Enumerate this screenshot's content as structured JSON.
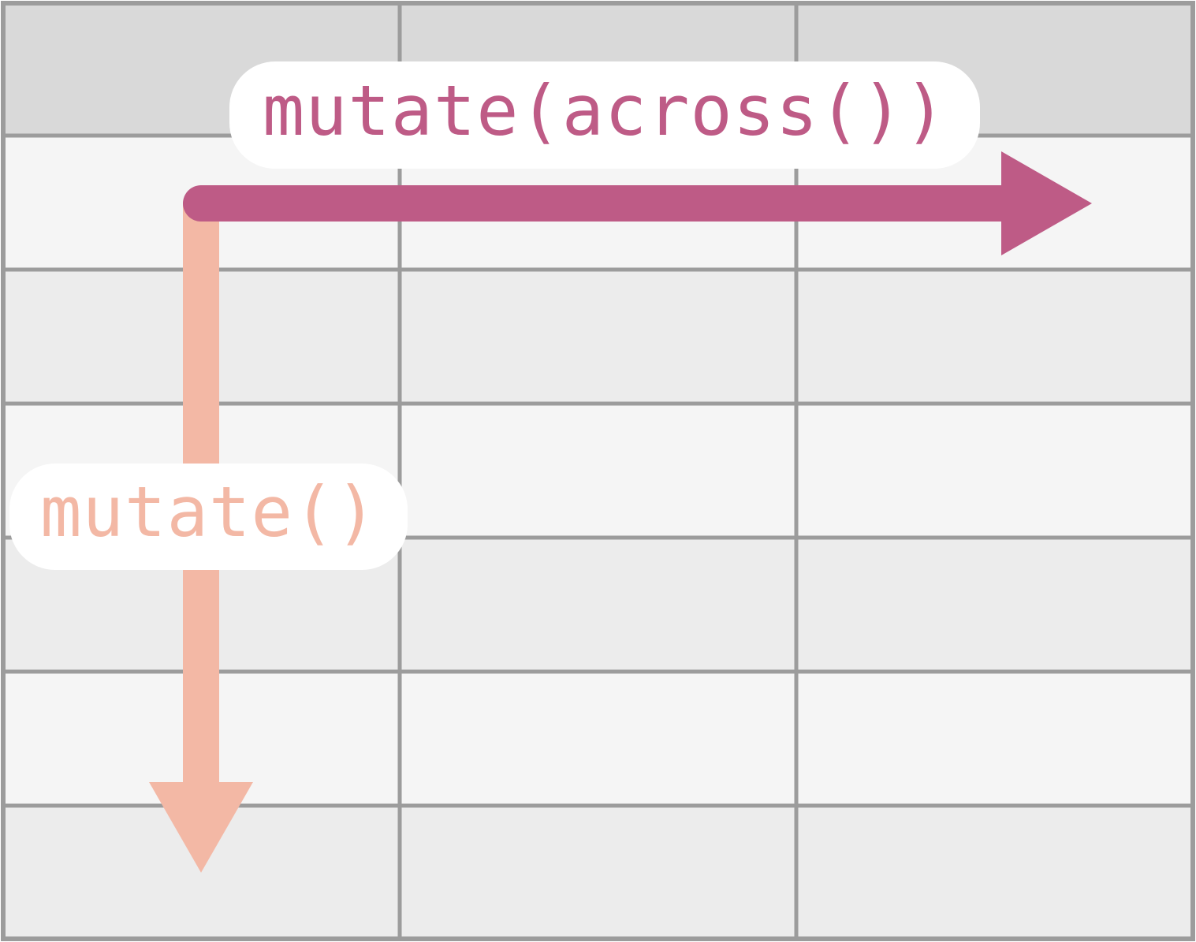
{
  "table": {
    "rows": 7,
    "cols": 3,
    "header_fill": "#d9d9d9",
    "row_fills": [
      "#f5f5f5",
      "#ececec"
    ],
    "grid_color": "#9c9c9c"
  },
  "labels": {
    "across": "mutate(across())",
    "mutate": "mutate()"
  },
  "colors": {
    "across_arrow": "#be5b86",
    "mutate_arrow": "#f3b8a5",
    "label_box": "#ffffff"
  },
  "arrows": [
    {
      "name": "across-arrow",
      "direction": "right",
      "meaning": "across columns"
    },
    {
      "name": "mutate-arrow",
      "direction": "down",
      "meaning": "down rows"
    }
  ]
}
